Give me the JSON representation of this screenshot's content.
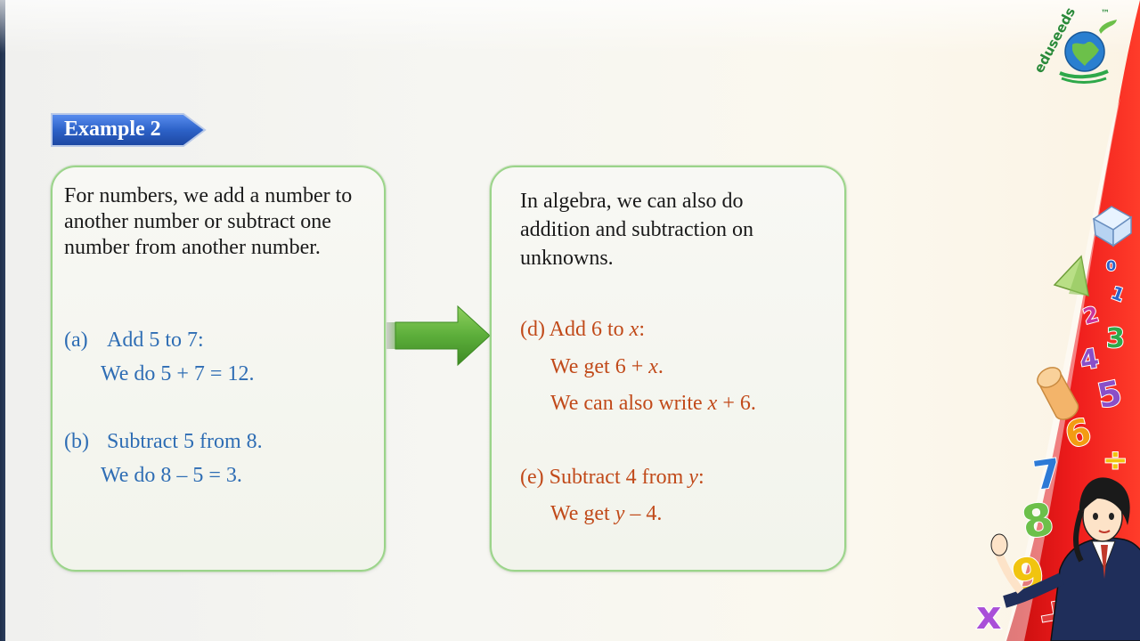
{
  "example_label": "Example 2",
  "left_box": {
    "intro": "For numbers, we add a number to another number or subtract one number from another number.",
    "a_label": "(a)",
    "a_text": "Add 5 to 7:",
    "a_result": "We do 5 + 7 = 12.",
    "b_label": "(b)",
    "b_text": "Subtract 5 from 8.",
    "b_result": "We do 8 – 5 = 3."
  },
  "right_box": {
    "intro": "In algebra, we can also do addition and subtraction on unknowns.",
    "d_text": "(d) Add 6 to ",
    "d_var": "x",
    "d_colon": ":",
    "d_line1_a": "We get 6 + ",
    "d_line1_var": "x",
    "d_line1_end": ".",
    "d_line2_a": "We can also write ",
    "d_line2_var": "x",
    "d_line2_end": " + 6.",
    "e_text": "(e) Subtract 4 from ",
    "e_var": "y",
    "e_colon": ":",
    "e_line1_a": "We get ",
    "e_line1_var": "y",
    "e_line1_end": " – 4."
  },
  "logo": {
    "text": "eduseeds",
    "tm": "™"
  },
  "decor_glyphs": [
    "0",
    "1",
    "2",
    "3",
    "4",
    "5",
    "6",
    "÷",
    "7",
    "8",
    "9",
    "x",
    "+"
  ],
  "colors": {
    "blue_text": "#2e6db4",
    "red_text": "#c0392b",
    "tag_blue": "#2d62c8",
    "box_border": "#9bd48a",
    "arrow_green": "#5cae3a",
    "band_red": "#e51a1a"
  }
}
